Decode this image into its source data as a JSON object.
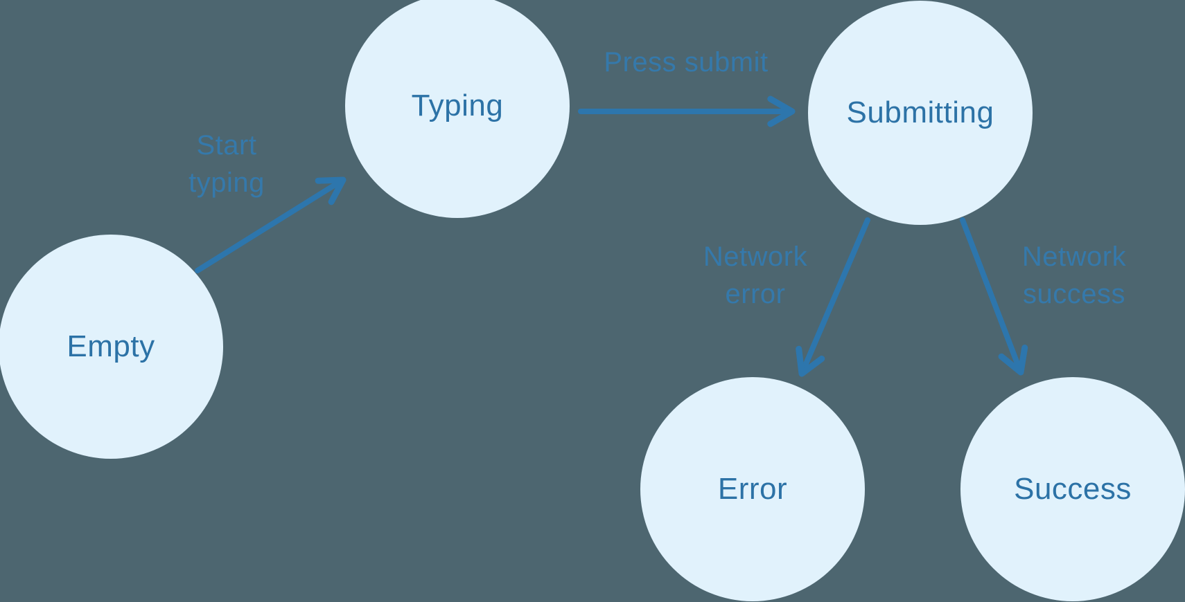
{
  "diagram": {
    "type": "state-machine",
    "colors": {
      "background": "#4d6670",
      "node_fill": "#e1f2fc",
      "node_text": "#2c72a6",
      "arrow": "#2d76ad",
      "edge_label": "#3579ab"
    },
    "nodes": [
      {
        "id": "empty",
        "label": "Empty"
      },
      {
        "id": "typing",
        "label": "Typing"
      },
      {
        "id": "submitting",
        "label": "Submitting"
      },
      {
        "id": "error",
        "label": "Error"
      },
      {
        "id": "success",
        "label": "Success"
      }
    ],
    "edges": [
      {
        "from": "empty",
        "to": "typing",
        "label": "Start typing"
      },
      {
        "from": "typing",
        "to": "submitting",
        "label": "Press submit"
      },
      {
        "from": "submitting",
        "to": "error",
        "label": "Network error"
      },
      {
        "from": "submitting",
        "to": "success",
        "label": "Network success"
      }
    ]
  }
}
